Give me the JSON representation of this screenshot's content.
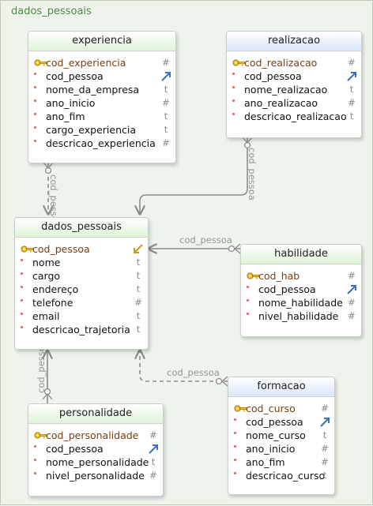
{
  "diagram": {
    "title": "dados_pessoais"
  },
  "colors": {
    "link": "#8c8c8c",
    "primary_key_text": "#7a3d12",
    "title": "#4f8b45"
  },
  "entities": {
    "experiencia": {
      "name": "experiencia",
      "fields": [
        {
          "name": "cod_experiencia",
          "type": "#",
          "key": "pk"
        },
        {
          "name": "cod_pessoa",
          "type": "fk",
          "key": "fk"
        },
        {
          "name": "nome_da_empresa",
          "type": "t",
          "key": ""
        },
        {
          "name": "ano_inicio",
          "type": "#",
          "key": ""
        },
        {
          "name": "ano_fim",
          "type": "t",
          "key": ""
        },
        {
          "name": "cargo_experiencia",
          "type": "t",
          "key": ""
        },
        {
          "name": "descricao_experiencia",
          "type": "#",
          "key": ""
        }
      ]
    },
    "realizacao": {
      "name": "realizacao",
      "fields": [
        {
          "name": "cod_realizacao",
          "type": "#",
          "key": "pk"
        },
        {
          "name": "cod_pessoa",
          "type": "fk",
          "key": "fk"
        },
        {
          "name": "nome_realizacao",
          "type": "t",
          "key": ""
        },
        {
          "name": "ano_realizacao",
          "type": "#",
          "key": ""
        },
        {
          "name": "descricao_realizacao",
          "type": "t",
          "key": ""
        }
      ]
    },
    "dados_pessoais": {
      "name": "dados_pessoais",
      "fields": [
        {
          "name": "cod_pessoa",
          "type": "pkref",
          "key": "pk"
        },
        {
          "name": "nome",
          "type": "t",
          "key": ""
        },
        {
          "name": "cargo",
          "type": "t",
          "key": ""
        },
        {
          "name": "endereço",
          "type": "t",
          "key": ""
        },
        {
          "name": "telefone",
          "type": "#",
          "key": ""
        },
        {
          "name": "email",
          "type": "t",
          "key": ""
        },
        {
          "name": "descricao_trajetoria",
          "type": "t",
          "key": ""
        }
      ]
    },
    "habilidade": {
      "name": "habilidade",
      "fields": [
        {
          "name": "cod_hab",
          "type": "#",
          "key": "pk"
        },
        {
          "name": "cod_pessoa",
          "type": "fk",
          "key": "fk"
        },
        {
          "name": "nome_habilidade",
          "type": "#",
          "key": ""
        },
        {
          "name": "nivel_habilidade",
          "type": "#",
          "key": ""
        }
      ]
    },
    "personalidade": {
      "name": "personalidade",
      "fields": [
        {
          "name": "cod_personalidade",
          "type": "#",
          "key": "pk"
        },
        {
          "name": "cod_pessoa",
          "type": "fk",
          "key": "fk"
        },
        {
          "name": "nome_personalidade",
          "type": "t",
          "key": ""
        },
        {
          "name": "nivel_personalidade",
          "type": "#",
          "key": ""
        }
      ]
    },
    "formacao": {
      "name": "formacao",
      "fields": [
        {
          "name": "cod_curso",
          "type": "#",
          "key": "pk"
        },
        {
          "name": "cod_pessoa",
          "type": "fk",
          "key": "fk"
        },
        {
          "name": "nome_curso",
          "type": "t",
          "key": ""
        },
        {
          "name": "ano_inicio",
          "type": "#",
          "key": ""
        },
        {
          "name": "ano_fim",
          "type": "#",
          "key": ""
        },
        {
          "name": "descricao_curso",
          "type": "t",
          "key": ""
        }
      ]
    }
  },
  "relationships": [
    {
      "from": "experiencia",
      "to": "dados_pessoais",
      "label": "cod_pessoa"
    },
    {
      "from": "realizacao",
      "to": "dados_pessoais",
      "label": "cod_pessoa"
    },
    {
      "from": "habilidade",
      "to": "dados_pessoais",
      "label": "cod_pessoa"
    },
    {
      "from": "personalidade",
      "to": "dados_pessoais",
      "label": "cod_pessoa"
    },
    {
      "from": "formacao",
      "to": "dados_pessoais",
      "label": "cod_pessoa"
    }
  ]
}
